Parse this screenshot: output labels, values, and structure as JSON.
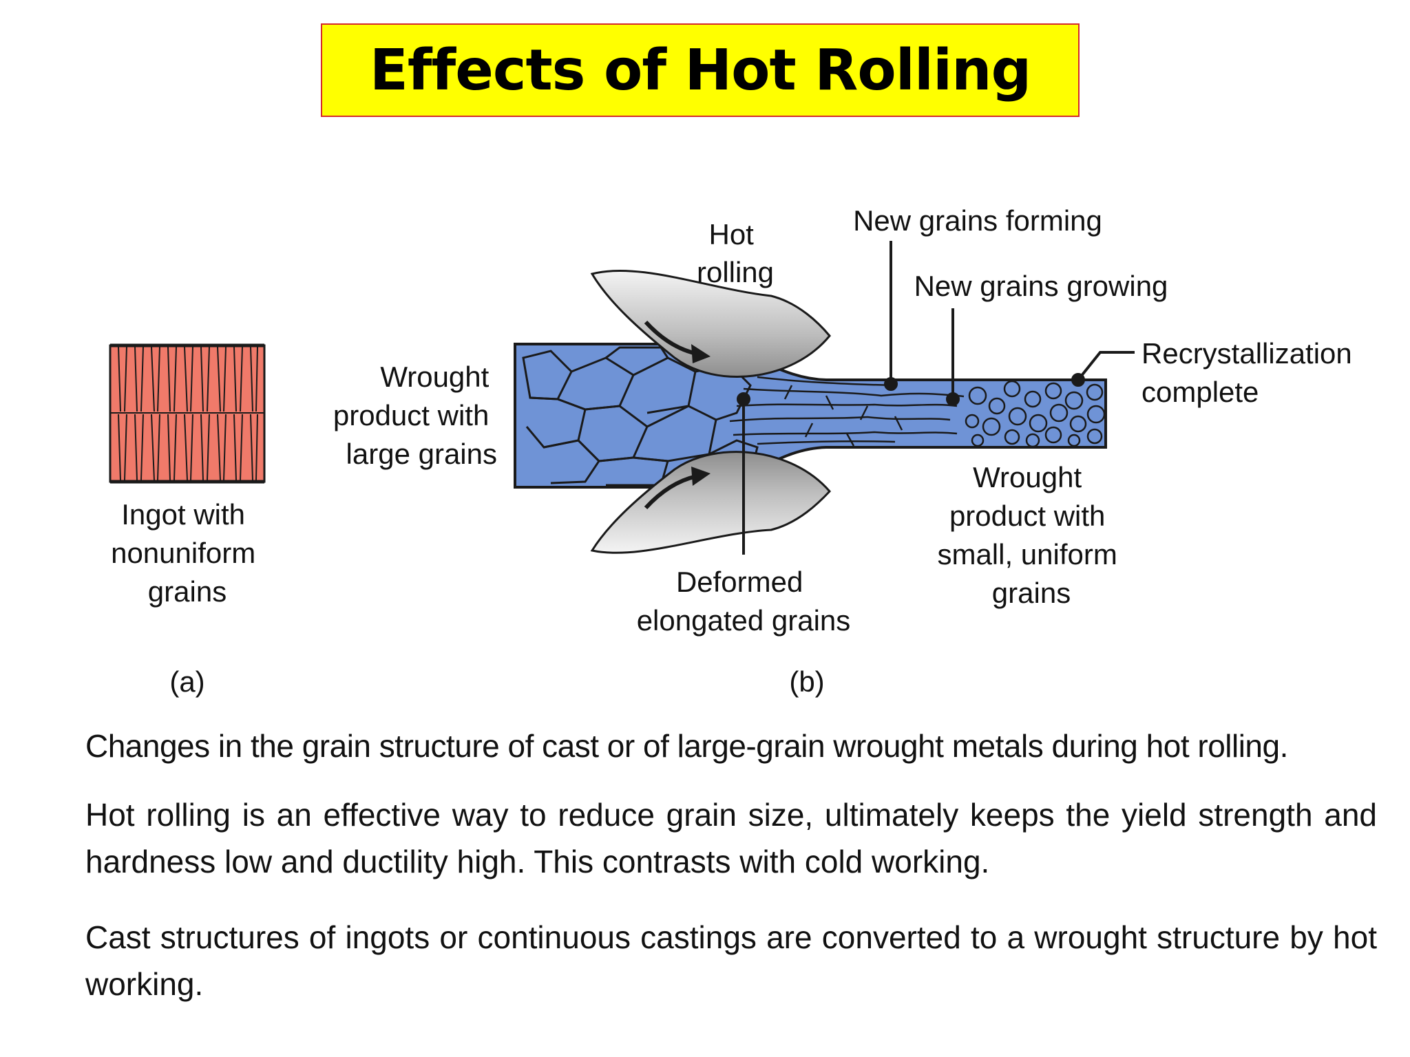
{
  "title": "Effects of Hot Rolling",
  "diagram": {
    "panel_a": {
      "label_lines": [
        "Ingot with",
        "nonuniform",
        "grains"
      ],
      "tag": "(a)"
    },
    "panel_b": {
      "hot_rolling": [
        "Hot",
        "rolling"
      ],
      "new_grains_forming": "New grains forming",
      "new_grains_growing": "New grains growing",
      "recrystallization": [
        "Recrystallization",
        "complete"
      ],
      "wrought_large": [
        "Wrought",
        "product with",
        "large grains"
      ],
      "wrought_small": [
        "Wrought",
        "product with",
        "small, uniform",
        "grains"
      ],
      "deformed": [
        "Deformed",
        "elongated grains"
      ],
      "tag": "(b)"
    },
    "colors": {
      "ingot": "#f07a6a",
      "workpiece": "#6f93d6",
      "roll": "#c9c9c9",
      "line": "#1a1a1a"
    }
  },
  "paragraphs": {
    "p1": "Changes in the grain structure of cast or of large-grain wrought metals during hot rolling.",
    "p2": "Hot rolling is an effective way to reduce grain size, ultimately keeps the yield strength and hardness low and ductility high. This contrasts with cold working.",
    "p3": "Cast structures of ingots or continuous castings are converted to a wrought structure by hot working."
  }
}
